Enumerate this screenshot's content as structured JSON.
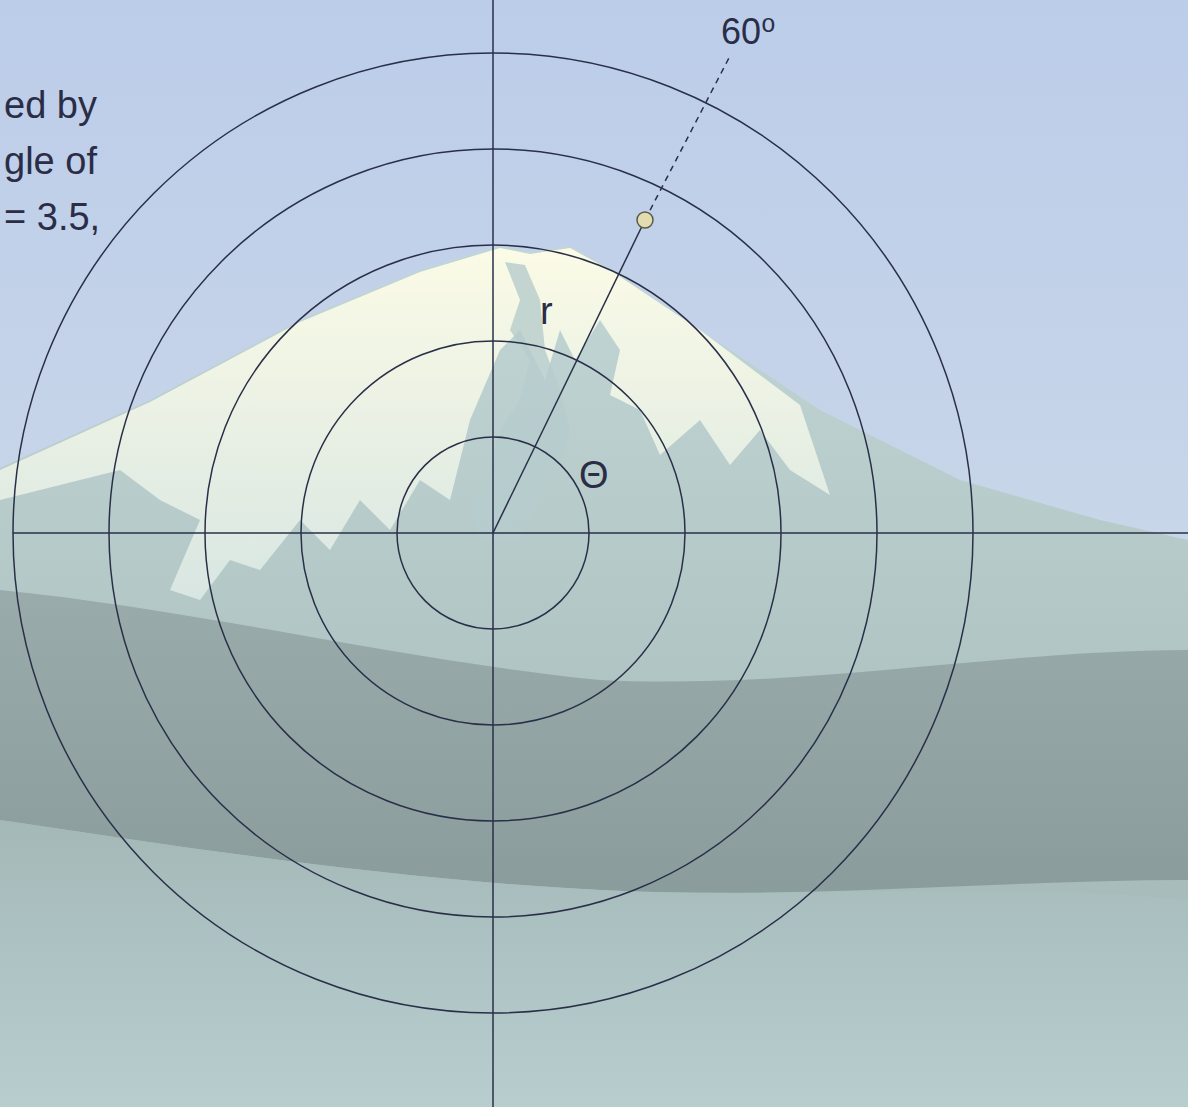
{
  "diagram": {
    "labels": [
      "ed by",
      "gle of",
      "= 3.5,",
      "60⁰",
      "r",
      "Θ"
    ]
  }
}
